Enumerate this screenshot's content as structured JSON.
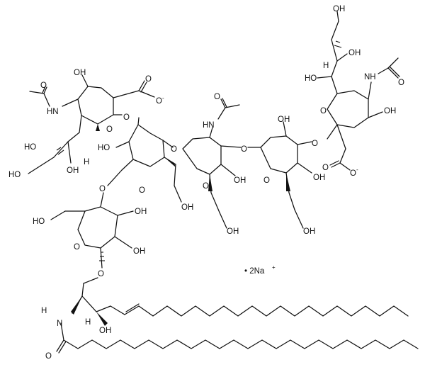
{
  "labels": {
    "oh": "OH",
    "ho": "HO",
    "hn": "HN",
    "nh": "NH",
    "o": "O",
    "h": "H",
    "n": "N",
    "carboxylate_o": "O",
    "carboxylate_charge": "-",
    "counter_ion": "• 2Na",
    "counter_ion_charge": "+"
  }
}
